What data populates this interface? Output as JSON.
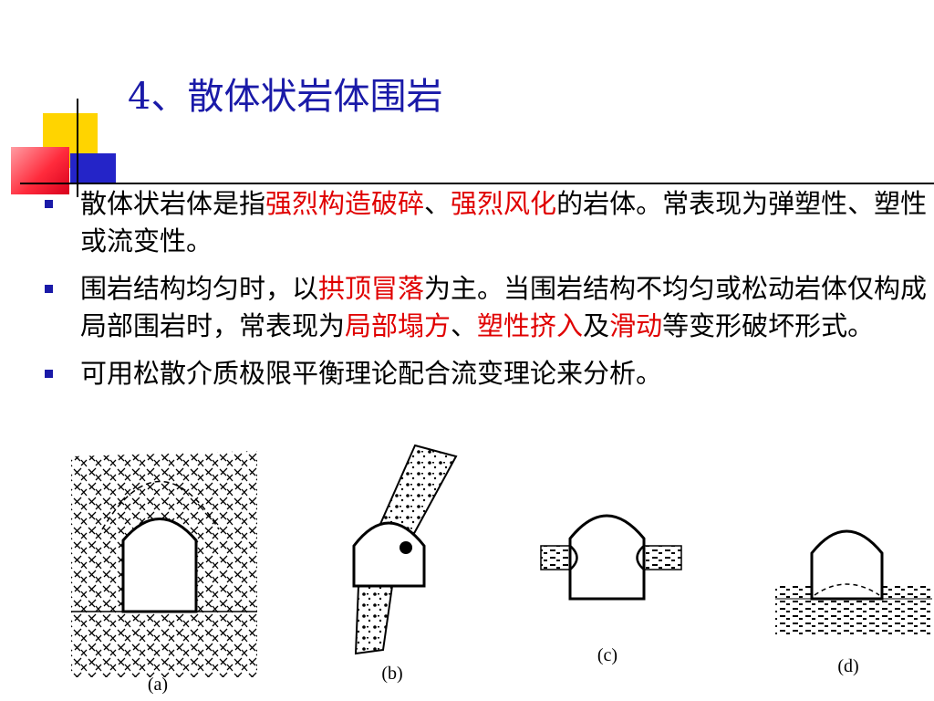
{
  "slide": {
    "title": "4、散体状岩体围岩",
    "bullets": [
      {
        "segments": [
          {
            "text": "散体状岩体是指",
            "highlight": false
          },
          {
            "text": "强烈构造破碎",
            "highlight": true
          },
          {
            "text": "、",
            "highlight": false
          },
          {
            "text": "强烈风化",
            "highlight": true
          },
          {
            "text": "的岩体。常表现为弹塑性、塑性或流变性。",
            "highlight": false
          }
        ]
      },
      {
        "segments": [
          {
            "text": "围岩结构均匀时，以",
            "highlight": false
          },
          {
            "text": "拱顶冒落",
            "highlight": true
          },
          {
            "text": "为主。当围岩结构不均匀或松动岩体仅构成局部围岩时，常表现为",
            "highlight": false
          },
          {
            "text": "局部塌方",
            "highlight": true
          },
          {
            "text": "、",
            "highlight": false
          },
          {
            "text": "塑性挤入",
            "highlight": true
          },
          {
            "text": "及",
            "highlight": false
          },
          {
            "text": "滑动",
            "highlight": true
          },
          {
            "text": "等变形破坏形式。",
            "highlight": false
          }
        ]
      },
      {
        "segments": [
          {
            "text": "可用松散介质极限平衡理论配合流变理论来分析。",
            "highlight": false
          }
        ]
      }
    ]
  },
  "figures": {
    "labels": [
      "(a)",
      "(b)",
      "(c)",
      "(d)"
    ]
  },
  "colors": {
    "title": "#1a1aa8",
    "highlight": "#e00000",
    "bullet_marker": "#1a1aa8",
    "deco_yellow": "#ffd400",
    "deco_blue": "#2424c8",
    "deco_red": "#ff2b3c"
  },
  "icons": {
    "bullet": "square-bullet-icon"
  }
}
